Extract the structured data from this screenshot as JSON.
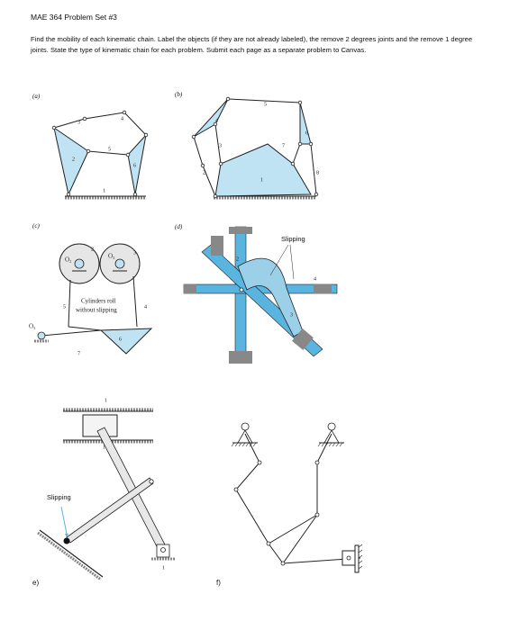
{
  "header": {
    "title": "MAE 364 Problem Set #3"
  },
  "instructions": "Find the mobility of each kinematic chain. Label the objects (if they are not already labeled), the remove 2 degrees joints and the remove 1 degree joints. State the type of kinematic chain for each problem. Submit each page as a separate problem to Canvas.",
  "figures": {
    "a": {
      "label": "(a)",
      "links": [
        "1",
        "2",
        "3",
        "4",
        "5",
        "6"
      ]
    },
    "b": {
      "label": "(b)",
      "links": [
        "1",
        "2",
        "3",
        "4",
        "5",
        "6",
        "7",
        "8"
      ]
    },
    "c": {
      "label": "(c)",
      "links": [
        "2",
        "3",
        "4",
        "5",
        "6",
        "7"
      ],
      "pivots": [
        "O₂",
        "O₃",
        "O₅"
      ],
      "note_line1": "Cylinders roll",
      "note_line2": "without slipping"
    },
    "d": {
      "label": "(d)",
      "links": [
        "2",
        "3",
        "4"
      ],
      "note": "Slipping"
    },
    "e": {
      "label": "e)",
      "links": [
        "1",
        "1",
        "1"
      ],
      "note": "Slipping"
    },
    "f": {
      "label": "f)"
    }
  },
  "colors": {
    "fill": "#bfe3f3",
    "line": "#222222",
    "blue": "#5ab4e0",
    "ground": "#888888"
  }
}
